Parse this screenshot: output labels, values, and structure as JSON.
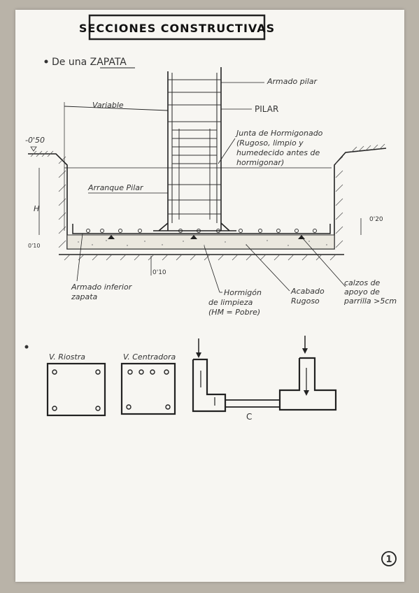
{
  "title": "SECCIONES CONSTRUCTIVAS",
  "section1": {
    "bullet_heading": "De una ZAPATA",
    "labels": {
      "armado_pilar": "Armado pilar",
      "pilar": "PILAR",
      "variable": "Variable",
      "level": "-0'50",
      "junta_1": "Junta de Hormigonado",
      "junta_2": "(Rugoso, limpio y",
      "junta_3": "humedecido antes de",
      "junta_4": "hormigonar)",
      "arranque": "Arranque Pilar",
      "h": "H",
      "dim_020": "0'20",
      "dim_010_left": "0'10",
      "dim_010_bottom": "0'10",
      "armado_inf_1": "Armado inferior",
      "armado_inf_2": "zapata",
      "hormigon_1": "Hormigón",
      "hormigon_2": "de limpieza",
      "hormigon_3": "(HM = Pobre)",
      "acabado_1": "Acabado",
      "acabado_2": "Rugoso",
      "calzos_1": "calzos de",
      "calzos_2": "apoyo de",
      "calzos_3": "parrilla >5cm"
    }
  },
  "section2": {
    "v_riostra": "V. Riostra",
    "v_centradora": "V. Centradora",
    "c_label": "C"
  },
  "page_number": "1"
}
